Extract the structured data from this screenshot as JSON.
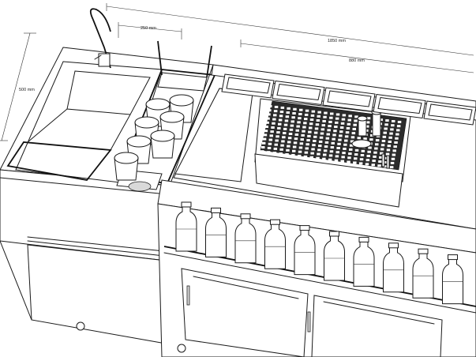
{
  "dimensions": {
    "overall_length": "1850 mm",
    "rail_width": "880 mm",
    "module_width": "250 mm",
    "depth": "500 mm"
  },
  "colors": {
    "line": "#1a1a1a",
    "grate": "#2b2b2b",
    "background": "#ffffff"
  },
  "elements": {
    "bottles": {
      "count": 10
    },
    "pans": {
      "count": 5
    },
    "glasses": {
      "count": 7
    }
  }
}
